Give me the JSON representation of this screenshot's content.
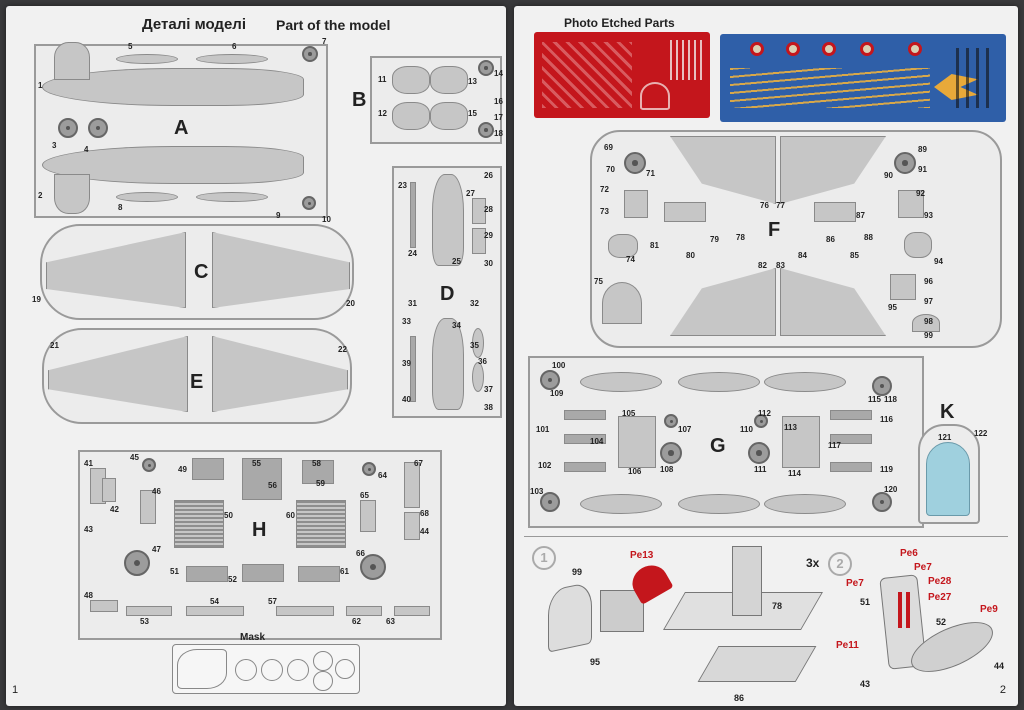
{
  "page1": {
    "title_ua": "Деталі моделі",
    "title_en": "Part of the model",
    "page_number": "1",
    "sprues": {
      "A": {
        "letter": "A",
        "labels": [
          "5",
          "6",
          "7",
          "1",
          "3",
          "4",
          "2",
          "8",
          "9",
          "10"
        ]
      },
      "B": {
        "letter": "B",
        "labels": [
          "11",
          "13",
          "14",
          "12",
          "15",
          "16",
          "17",
          "18"
        ]
      },
      "C": {
        "letter": "C",
        "labels": [
          "19",
          "20"
        ]
      },
      "D": {
        "letter": "D",
        "labels": [
          "23",
          "26",
          "27",
          "28",
          "29",
          "24",
          "25",
          "30",
          "31",
          "32",
          "33",
          "34",
          "35",
          "36",
          "39",
          "37",
          "40",
          "38"
        ]
      },
      "E": {
        "letter": "E",
        "labels": [
          "21",
          "22"
        ]
      },
      "H": {
        "letter": "H",
        "labels": [
          "41",
          "45",
          "49",
          "55",
          "56",
          "58",
          "59",
          "64",
          "67",
          "42",
          "46",
          "65",
          "68",
          "50",
          "60",
          "43",
          "44",
          "47",
          "66",
          "51",
          "52",
          "53",
          "54",
          "57",
          "61",
          "62",
          "63",
          "48"
        ]
      }
    },
    "mask_label": "Mask"
  },
  "page2": {
    "pe_title": "Photo Etched Parts",
    "page_number": "2",
    "sprues": {
      "F": {
        "letter": "F",
        "labels": [
          "69",
          "70",
          "71",
          "76",
          "77",
          "89",
          "90",
          "91",
          "72",
          "73",
          "79",
          "78",
          "86",
          "87",
          "88",
          "92",
          "93",
          "81",
          "80",
          "82",
          "83",
          "84",
          "85",
          "74",
          "94",
          "75",
          "96",
          "95",
          "97",
          "98",
          "99"
        ]
      },
      "G": {
        "letter": "G",
        "labels": [
          "100",
          "118",
          "105",
          "112",
          "113",
          "101",
          "104",
          "107",
          "110",
          "116",
          "117",
          "102",
          "106",
          "108",
          "111",
          "114",
          "119",
          "103",
          "120",
          "109",
          "115"
        ]
      },
      "K": {
        "letter": "K",
        "labels": [
          "121",
          "122"
        ]
      }
    },
    "step1": {
      "number": "1",
      "labels": [
        "Pe13",
        "99",
        "95",
        "78",
        "86"
      ]
    },
    "step2": {
      "prefix": "3x",
      "number": "2",
      "labels": [
        "Pe6",
        "Pe7",
        "Pe7",
        "Pe28",
        "Pe27",
        "51",
        "52",
        "Pe9",
        "Pe11",
        "44",
        "43"
      ]
    }
  },
  "colors": {
    "paper": "#f1f1f1",
    "background": "#3a3a3c",
    "pe_fret_red": "#c4161c",
    "decal_blue": "#2f5fa8",
    "canopy": "#9fd0de",
    "callout_red": "#c4161c"
  }
}
